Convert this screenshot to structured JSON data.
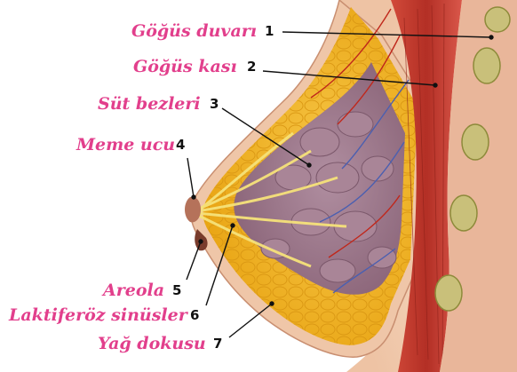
{
  "colors": {
    "label": "#e23f8c",
    "skin": "#f3cfb4",
    "muscle": "#b9372c",
    "fat": "#f2b320",
    "gland": "#9b7a8c",
    "leader": "#111111"
  },
  "labels": [
    {
      "id": "gogus-duvari",
      "text": "Göğüs duvarı",
      "number": "1"
    },
    {
      "id": "gogus-kasi",
      "text": "Göğüs kası",
      "number": "2"
    },
    {
      "id": "sut-bezleri",
      "text": "Süt bezleri",
      "number": "3"
    },
    {
      "id": "meme-ucu",
      "text": "Meme ucu",
      "number": "4"
    },
    {
      "id": "areola",
      "text": "Areola",
      "number": "5"
    },
    {
      "id": "laktiferoz-sinusler",
      "text": "Laktiferöz sinüsler",
      "number": "6"
    },
    {
      "id": "yag-dokusu",
      "text": "Yağ dokusu",
      "number": "7"
    }
  ]
}
